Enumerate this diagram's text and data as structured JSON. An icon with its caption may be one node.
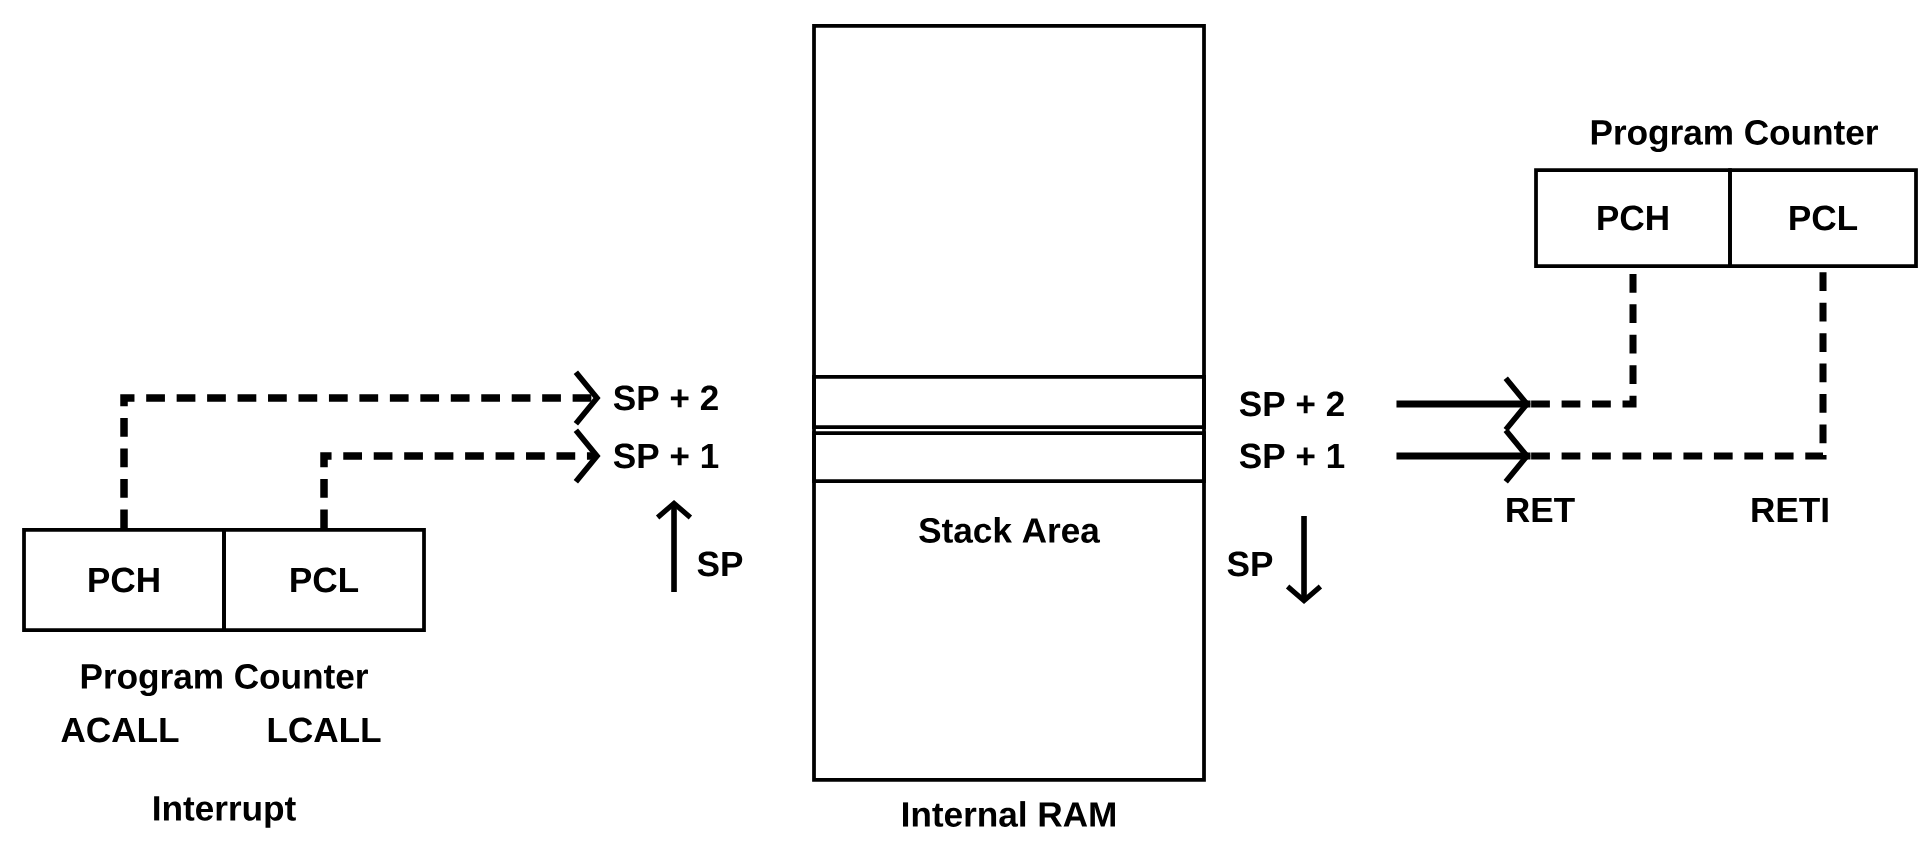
{
  "diagram": {
    "nodes": [
      {
        "text": [
          "Stack Area",
          "Internal RAM"
        ]
      },
      {
        "text": [],
        "shape": "box",
        "in": 0
      },
      {
        "text": [],
        "shape": "box",
        "in": 0
      },
      {
        "text": [
          "SP + 2"
        ]
      },
      {
        "text": [
          "SP + 1"
        ]
      },
      {
        "text": [
          "SP + 2"
        ]
      },
      {
        "text": [
          "SP + 1"
        ]
      },
      {
        "text": [
          "PCH"
        ]
      },
      {
        "text": [
          "PCL"
        ]
      },
      {
        "text": [
          "PCH"
        ]
      },
      {
        "text": [
          "PCL"
        ]
      }
    ],
    "edges": [
      {
        "from": 7,
        "to": 3,
        "arrow": "to",
        "style": "dashed"
      },
      {
        "from": 8,
        "to": 4,
        "arrow": "to",
        "style": "dashed"
      },
      {
        "from": 5,
        "to": 9,
        "arrow": "to",
        "style": "dashed"
      },
      {
        "from": 6,
        "to": 10,
        "arrow": "to",
        "style": "dashed"
      }
    ],
    "labels": [
      "Program Counter",
      "SP",
      "SP",
      "RET",
      "RETI",
      "Program Counter",
      "ACALL",
      "LCALL",
      "Interrupt"
    ]
  }
}
